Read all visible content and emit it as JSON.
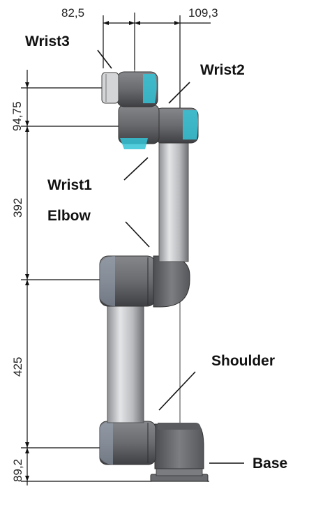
{
  "dimensions": {
    "top_left": "82,5",
    "top_right": "109,3",
    "wrist": "94,75",
    "forearm": "392",
    "upper_arm": "425",
    "base": "89,2"
  },
  "labels": {
    "wrist3": "Wrist3",
    "wrist2": "Wrist2",
    "wrist1": "Wrist1",
    "elbow": "Elbow",
    "shoulder": "Shoulder",
    "base": "Base"
  },
  "colors": {
    "body": "#6e6f73",
    "body_dark": "#4a4b4f",
    "body_light": "#9fa1a5",
    "tube": "#c9cacc",
    "accent": "#35c3d6",
    "line": "#111111"
  }
}
